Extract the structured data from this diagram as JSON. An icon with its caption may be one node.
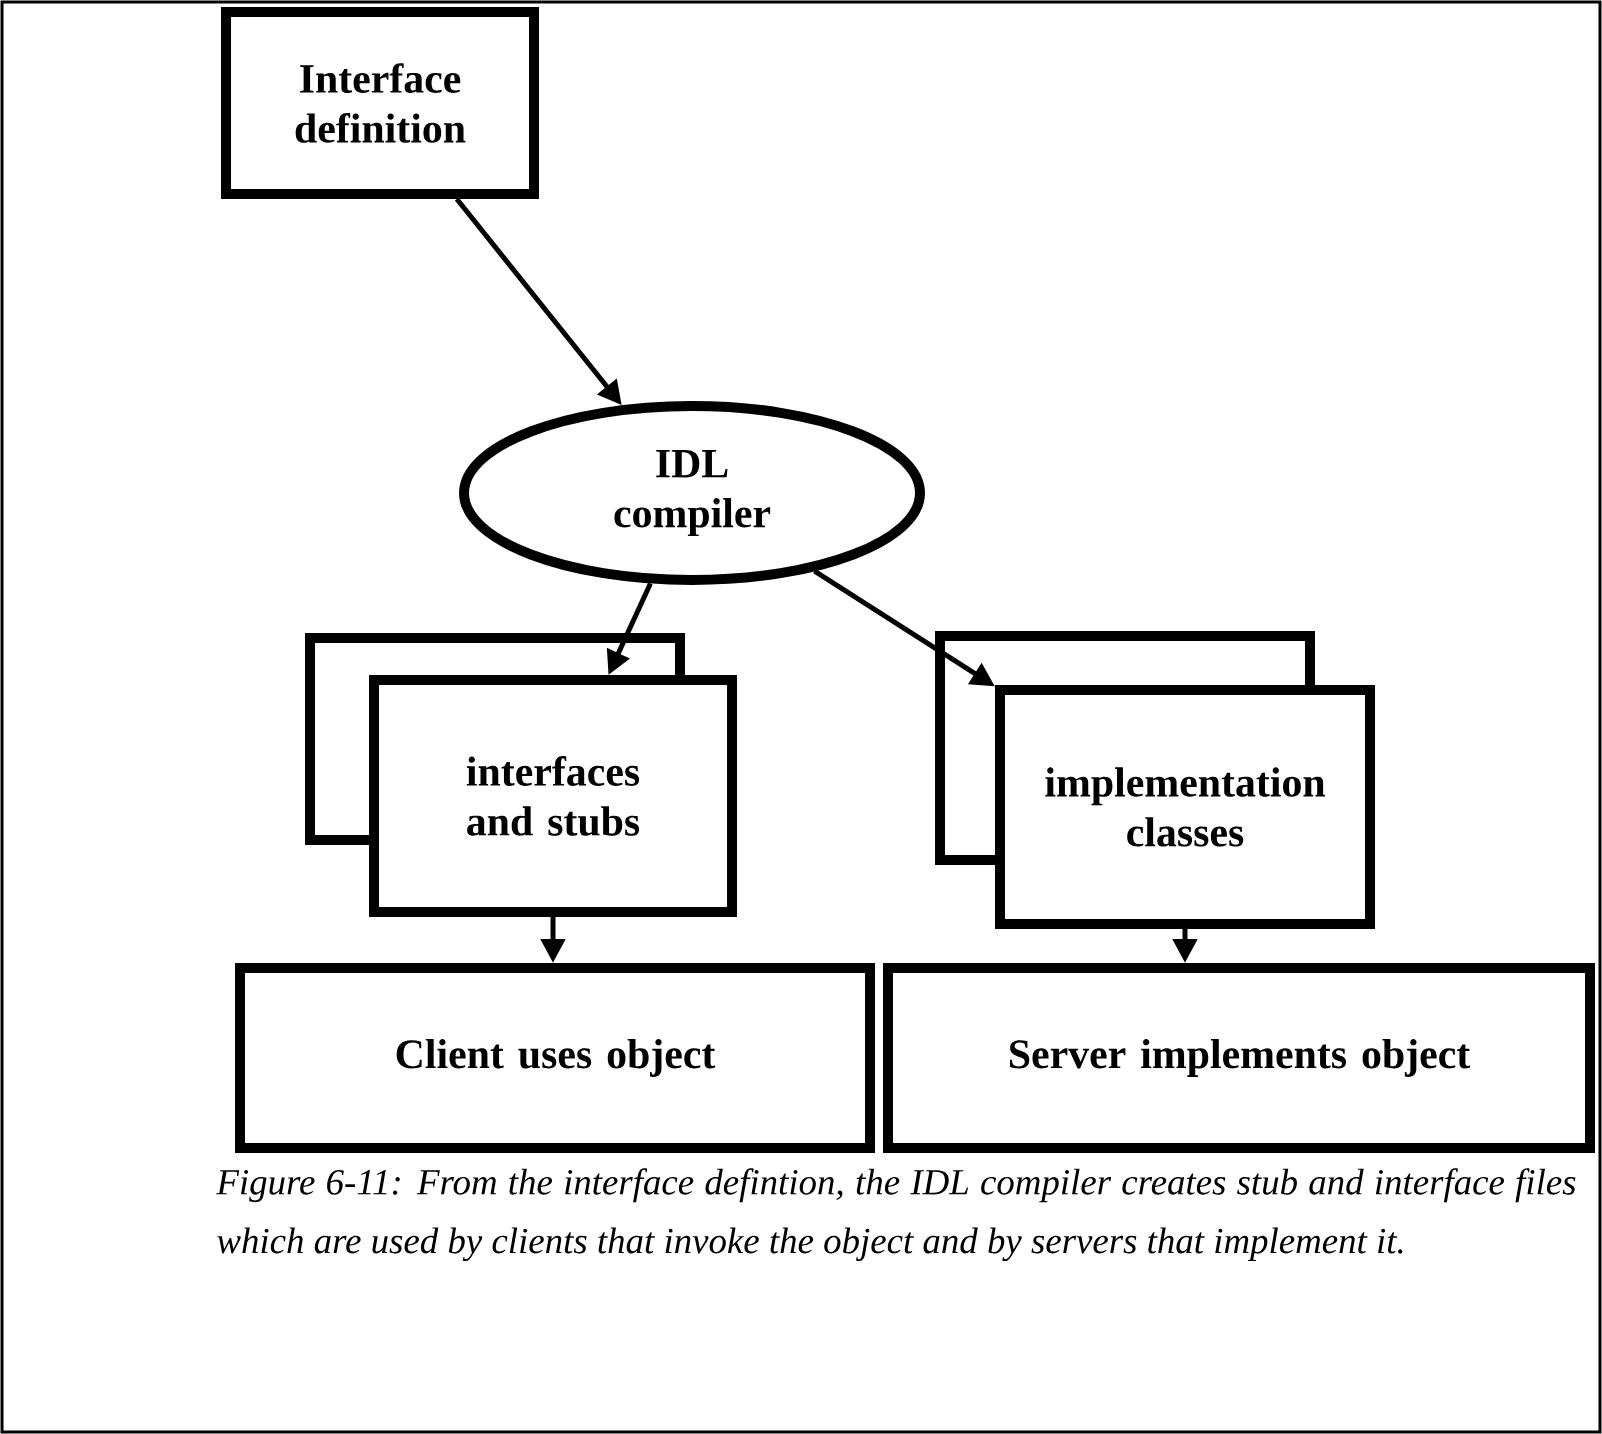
{
  "diagram": {
    "caption": "Figure 6-11: From the interface defintion, the IDL compiler creates stub and interface files which are used by clients that invoke the object and by servers that implement it.",
    "nodes": [
      {
        "text": [
          "Interface definition"
        ]
      },
      {
        "text": [
          "IDL compiler"
        ]
      },
      {
        "text": [
          "interfaces and stubs"
        ]
      },
      {
        "text": [
          "implementation classes"
        ]
      },
      {
        "text": [
          "Client uses object"
        ]
      },
      {
        "text": [
          "Server implements object"
        ]
      }
    ],
    "edges": [
      {
        "from": 0,
        "to": 1,
        "arrow": "to"
      },
      {
        "from": 1,
        "to": 2,
        "arrow": "to"
      },
      {
        "from": 1,
        "to": 3,
        "arrow": "to"
      },
      {
        "from": 2,
        "to": 4,
        "arrow": "to"
      },
      {
        "from": 3,
        "to": 5,
        "arrow": "to"
      }
    ]
  }
}
